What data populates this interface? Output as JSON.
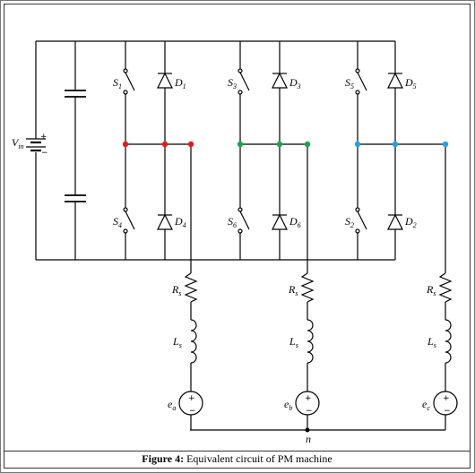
{
  "caption": {
    "label": "Figure 4:",
    "text": "Equivalent circuit of PM machine"
  },
  "source": {
    "symbol": "V",
    "subscript": "in"
  },
  "switches": [
    {
      "symbol": "S",
      "subscript": "1"
    },
    {
      "symbol": "S",
      "subscript": "3"
    },
    {
      "symbol": "S",
      "subscript": "5"
    },
    {
      "symbol": "S",
      "subscript": "4"
    },
    {
      "symbol": "S",
      "subscript": "6"
    },
    {
      "symbol": "S",
      "subscript": "2"
    }
  ],
  "diodes": [
    {
      "symbol": "D",
      "subscript": "1"
    },
    {
      "symbol": "D",
      "subscript": "3"
    },
    {
      "symbol": "D",
      "subscript": "5"
    },
    {
      "symbol": "D",
      "subscript": "4"
    },
    {
      "symbol": "D",
      "subscript": "6"
    },
    {
      "symbol": "D",
      "subscript": "2"
    }
  ],
  "phases": [
    {
      "r_symbol": "R",
      "r_sub": "s",
      "l_symbol": "L",
      "l_sub": "s",
      "emf_symbol": "e",
      "emf_sub": "a"
    },
    {
      "r_symbol": "R",
      "r_sub": "s",
      "l_symbol": "L",
      "l_sub": "s",
      "emf_symbol": "e",
      "emf_sub": "b"
    },
    {
      "r_symbol": "R",
      "r_sub": "s",
      "l_symbol": "L",
      "l_sub": "s",
      "emf_symbol": "e",
      "emf_sub": "c"
    }
  ],
  "neutral": "n",
  "colors": {
    "phase_a": "#e8191b",
    "phase_b": "#1aa64a",
    "phase_c": "#1fa3e3",
    "wire": "#000000"
  }
}
